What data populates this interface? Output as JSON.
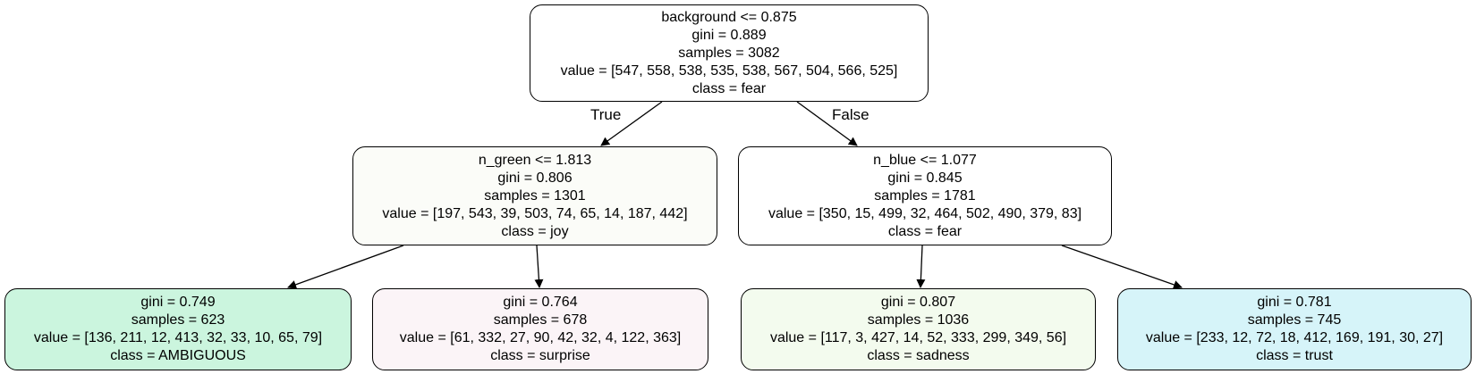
{
  "edge_labels": {
    "true": "True",
    "false": "False"
  },
  "nodes": {
    "root": {
      "fill": "#ffffff",
      "split": "background <= 0.875",
      "gini": "gini = 0.889",
      "samples": "samples = 3082",
      "value": "value = [547, 558, 538, 535, 538, 567, 504, 566, 525]",
      "class": "class = fear"
    },
    "left": {
      "fill": "#fbfcf8",
      "split": "n_green <= 1.813",
      "gini": "gini = 0.806",
      "samples": "samples = 1301",
      "value": "value = [197, 543, 39, 503, 74, 65, 14, 187, 442]",
      "class": "class = joy"
    },
    "right": {
      "fill": "#ffffff",
      "split": "n_blue <= 1.077",
      "gini": "gini = 0.845",
      "samples": "samples = 1781",
      "value": "value = [350, 15, 499, 32, 464, 502, 490, 379, 83]",
      "class": "class = fear"
    },
    "left_left": {
      "fill": "#cbf5de",
      "gini": "gini = 0.749",
      "samples": "samples = 623",
      "value": "value = [136, 211, 12, 413, 32, 33, 10, 65, 79]",
      "class": "class = AMBIGUOUS"
    },
    "left_right": {
      "fill": "#fbf4f7",
      "gini": "gini = 0.764",
      "samples": "samples = 678",
      "value": "value = [61, 332, 27, 90, 42, 32, 4, 122, 363]",
      "class": "class = surprise"
    },
    "right_left": {
      "fill": "#f3fbee",
      "gini": "gini = 0.807",
      "samples": "samples = 1036",
      "value": "value = [117, 3, 427, 14, 52, 333, 299, 349, 56]",
      "class": "class = sadness"
    },
    "right_right": {
      "fill": "#d6f4f9",
      "gini": "gini = 0.781",
      "samples": "samples = 745",
      "value": "value = [233, 12, 72, 18, 412, 169, 191, 30, 27]",
      "class": "class = trust"
    }
  }
}
